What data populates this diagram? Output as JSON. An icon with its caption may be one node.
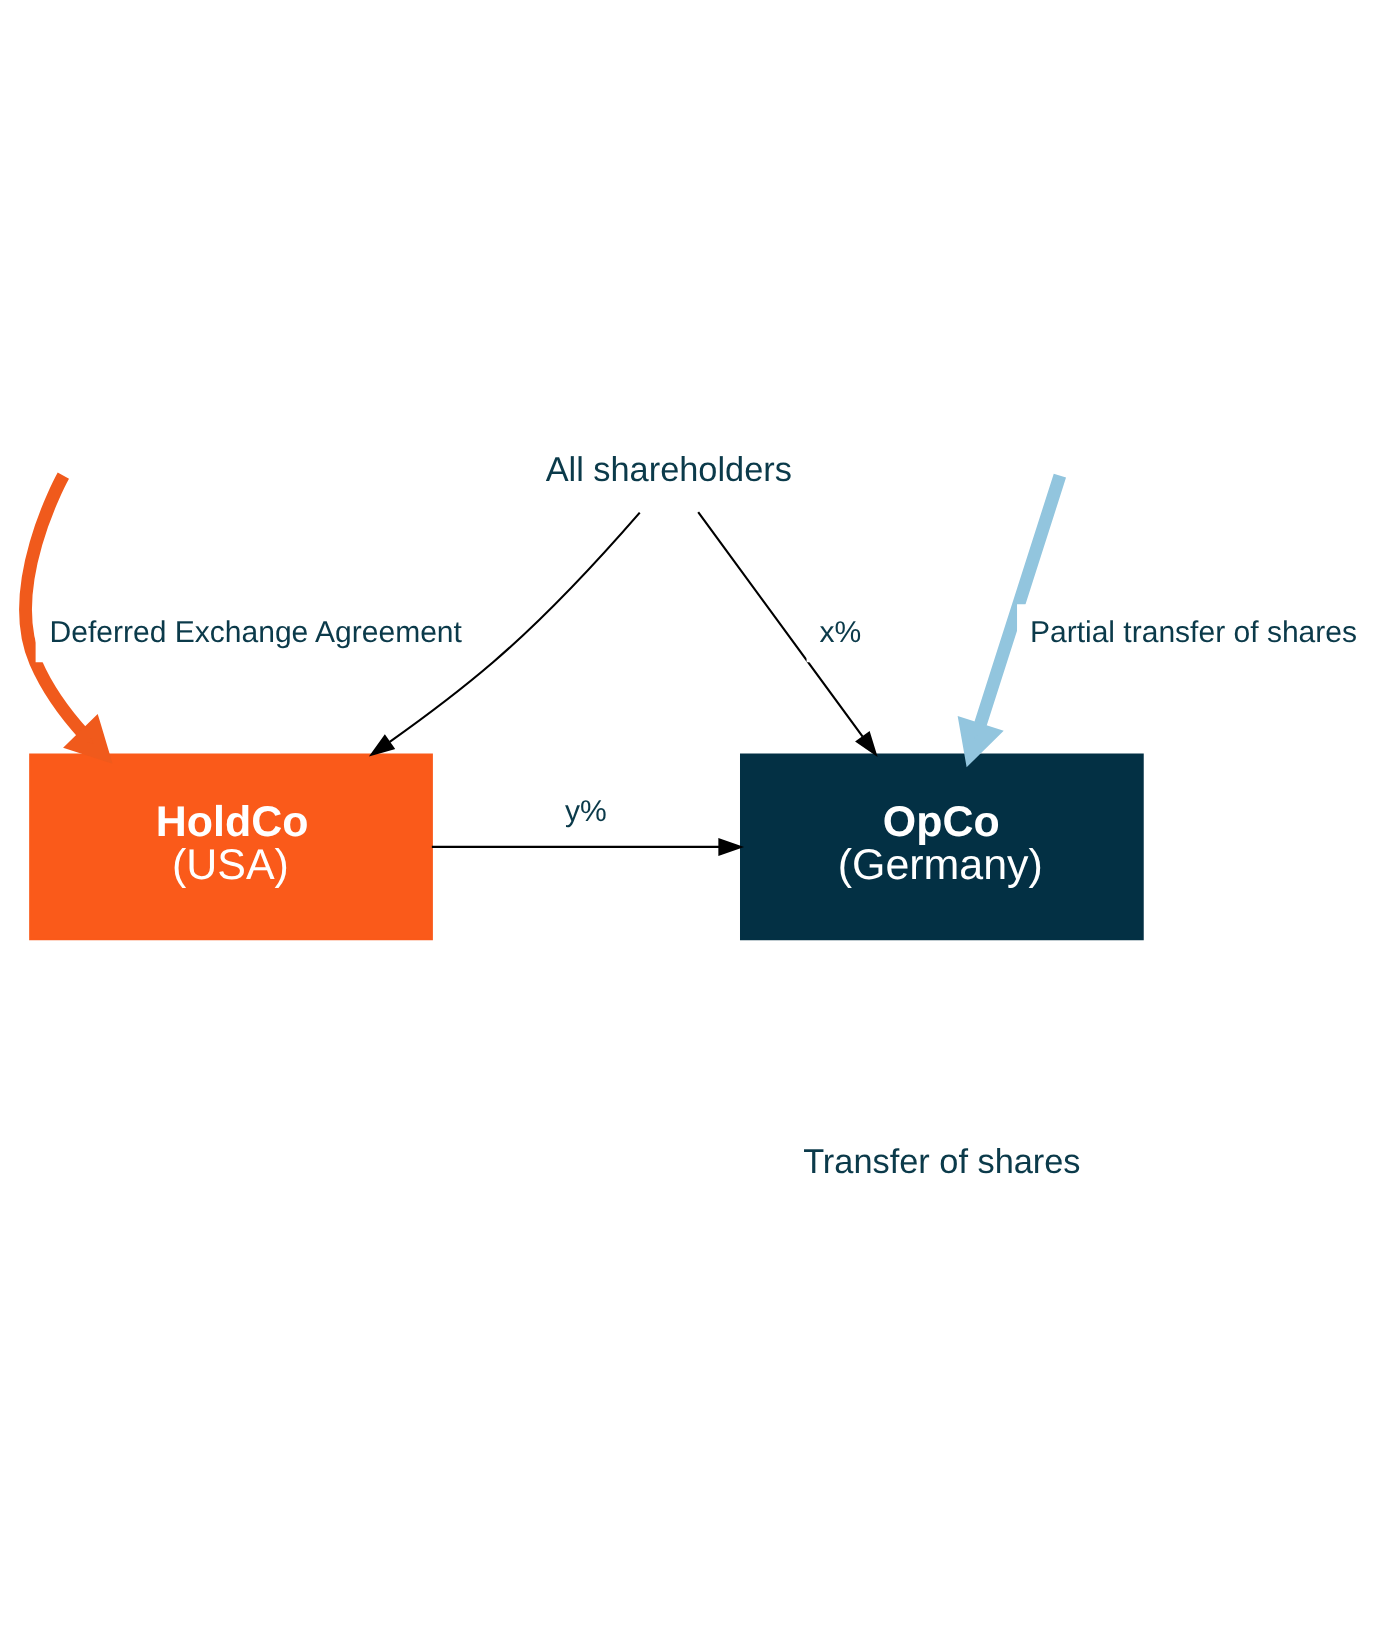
{
  "diagram": {
    "nodes": [
      {
        "text": [
          "All shareholders"
        ]
      },
      {
        "text": [
          "OpCo",
          "(Germany)"
        ]
      },
      {
        "text": [
          "HoldCo",
          "(USA)"
        ]
      }
    ],
    "edges": [
      {
        "from": 0,
        "to": 1,
        "arrow": "to",
        "label": "x%"
      },
      {
        "from": 0,
        "to": 2,
        "arrow": "to"
      },
      {
        "from": 2,
        "to": 1,
        "arrow": "to",
        "label": "y%"
      },
      {
        "from": null,
        "to": 2,
        "arrow": "to",
        "label": "Deferred Exchange Agreement",
        "style": "thick",
        "color": "#f05a1c"
      },
      {
        "from": null,
        "to": 1,
        "arrow": "to",
        "label": "Partial transfer of shares",
        "style": "thick",
        "color": "#92c5de"
      }
    ],
    "labels": [
      "Transfer of shares"
    ]
  }
}
